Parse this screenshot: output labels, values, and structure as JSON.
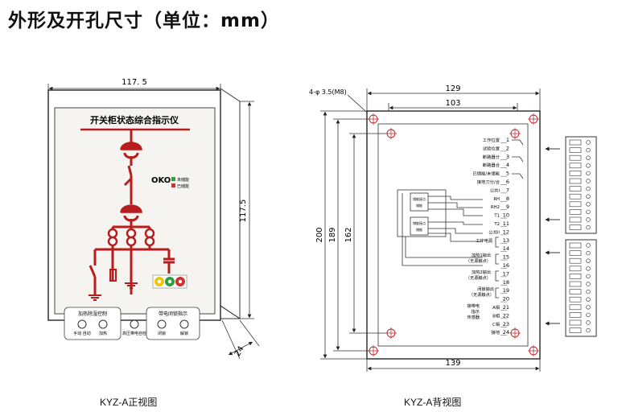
{
  "title": "外形及开孔尺寸（单位：mm）",
  "front": {
    "caption": "KYZ-A正视图",
    "width_dim": "117. 5",
    "height_dim": "117.5",
    "depth_dim": "24",
    "panel_title": "开关柜状态综合指示仪",
    "logo": "OKO",
    "legend": [
      "未储能",
      "已储能"
    ],
    "heater_box": {
      "title": "加热除湿控制",
      "labels": [
        "手动 自动",
        "加热"
      ]
    },
    "live_label": "高压带电自检",
    "lock_box": {
      "title": "带电闭锁指示",
      "labels": [
        "闭锁",
        "解锁"
      ]
    }
  },
  "back": {
    "caption": "KYZ-A背视图",
    "hole_dim": "4-φ 3.5(M8)",
    "dim_129": "129",
    "dim_103": "103",
    "dim_139": "139",
    "dim_200": "200",
    "dim_189": "189",
    "dim_162": "162",
    "relay_labels": [
      "储能接点",
      "储能"
    ],
    "terminals": [
      {
        "n": "1",
        "label": "工作位置"
      },
      {
        "n": "2",
        "label": "试验位置"
      },
      {
        "n": "3",
        "label": "断路器分"
      },
      {
        "n": "4",
        "label": "断路器合"
      },
      {
        "n": "5",
        "label": "已储能/未储能"
      },
      {
        "n": "6",
        "label": "接地刀分/合"
      },
      {
        "n": "7",
        "label": "公共I"
      },
      {
        "n": "8",
        "label": "RH"
      },
      {
        "n": "9",
        "label": "RH2"
      },
      {
        "n": "10",
        "label": "T1"
      },
      {
        "n": "11",
        "label": "T2"
      },
      {
        "n": "12",
        "label": "公共II"
      },
      {
        "n": "13",
        "label": ""
      },
      {
        "n": "14",
        "label": ""
      },
      {
        "n": "15",
        "label": ""
      },
      {
        "n": "16",
        "label": ""
      },
      {
        "n": "17",
        "label": ""
      },
      {
        "n": "18",
        "label": ""
      },
      {
        "n": "19",
        "label": ""
      },
      {
        "n": "20",
        "label": ""
      },
      {
        "n": "21",
        "label": "A相"
      },
      {
        "n": "22",
        "label": "B相"
      },
      {
        "n": "23",
        "label": "C相"
      },
      {
        "n": "24",
        "label": "接地"
      }
    ],
    "group_labels": [
      {
        "l1": "工作电源",
        "l2": ""
      },
      {
        "l1": "加热1输出",
        "l2": "（无源触点）"
      },
      {
        "l1": "加热2输出",
        "l2": "（无源触点）"
      },
      {
        "l1": "闭锁输出",
        "l2": "（无源触点）"
      },
      {
        "l1": "接带电",
        "l2": "指示"
      },
      {
        "l1": "传感器",
        "l2": ""
      }
    ]
  },
  "colors": {
    "accent": "#b81d1d",
    "panel": "#f6f4f0",
    "connector": "#555555"
  }
}
